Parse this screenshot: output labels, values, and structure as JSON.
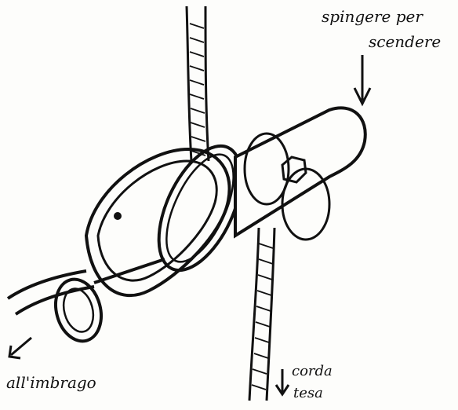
{
  "labels": {
    "push_line1": "spingere per",
    "push_line2": "scendere",
    "harness": "all'imbrago",
    "rope_line1": "corda",
    "rope_line2": "tesa"
  },
  "colors": {
    "ink": "#111111",
    "paper": "#fdfdfb"
  }
}
